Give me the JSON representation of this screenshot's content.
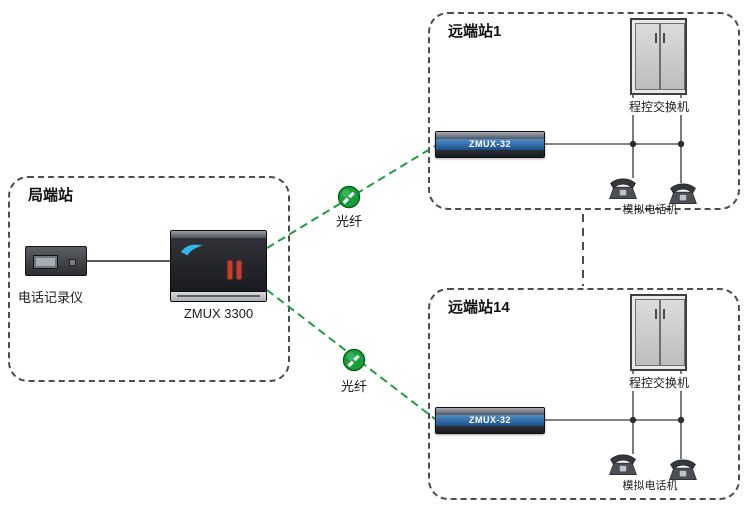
{
  "colors": {
    "background": "#ffffff",
    "fiber_green": "#1f9d3f",
    "wire_gray": "#5a5a5a",
    "box_border": "#4d4d4d",
    "zmux_band_blue": "#2c66a5"
  },
  "central_station": {
    "title": "局端站",
    "phone_recorder_label": "电话记录仪",
    "zmux3300_label": "ZMUX 3300"
  },
  "fiber_links": [
    {
      "label": "光纤"
    },
    {
      "label": "光纤"
    }
  ],
  "remote_stations": [
    {
      "title": "远端站1",
      "pbx_label": "程控交换机",
      "zmux32_label": "ZMUX-32",
      "phones_label": "模拟电话机"
    },
    {
      "title": "远端站14",
      "pbx_label": "程控交换机",
      "zmux32_label": "ZMUX-32",
      "phones_label": "模拟电话机"
    }
  ]
}
